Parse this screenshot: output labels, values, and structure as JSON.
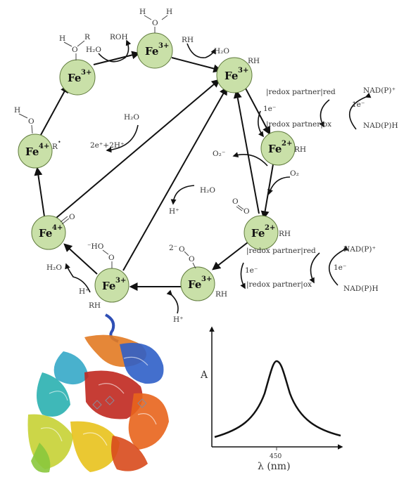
{
  "iron": {
    "symbol": "Fe",
    "ox3": "3+",
    "ox2": "2+",
    "ox4": "4+"
  },
  "species": {
    "water": "H₂O",
    "alcohol": "ROH",
    "substrate": "RH",
    "radical": "R",
    "radical_dot": "•",
    "oxygen": "O₂",
    "superoxide": "O₂⁻",
    "proton": "H⁺",
    "electron": "1e⁻",
    "two_e_two_h": "2e⁺+2H⁺",
    "h": "H",
    "o": "O",
    "r": "R",
    "ho_minus": "⁻HO",
    "two_minus": "2⁻"
  },
  "redox": {
    "partner_red": "|redox partner|red",
    "partner_ox": "|redox partner|ox",
    "nadp_plus": "NAD(P)⁺",
    "nadph": "NAD(P)H"
  },
  "spectrum": {
    "ylabel": "A",
    "xlabel": "λ (nm)",
    "peak_label": "450"
  },
  "protein": {
    "description_icon": "protein-ribbon-structure"
  }
}
